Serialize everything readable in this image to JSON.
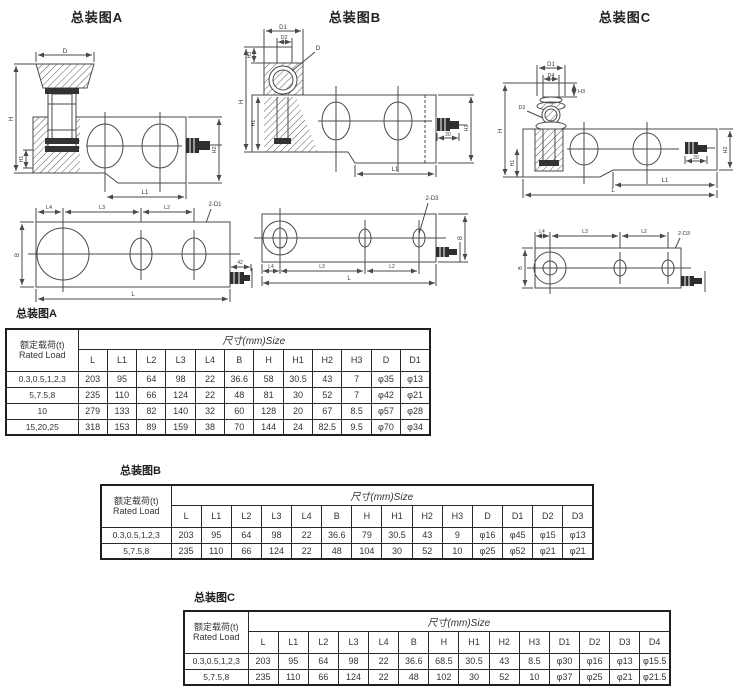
{
  "drawings": {
    "a": {
      "title": "总装图A"
    },
    "b": {
      "title": "总装图B"
    },
    "c": {
      "title": "总装图C"
    }
  },
  "dims": {
    "D": "D",
    "D1": "D1",
    "D2": "D2",
    "D4": "D4",
    "H": "H",
    "H1": "H1",
    "H2": "H2",
    "H3": "H3",
    "L": "L",
    "L1": "L1",
    "L2": "L2",
    "L3": "L3",
    "L4": "L4",
    "B": "B",
    "two_D1": "2-D1",
    "two_D3": "2-D3",
    "len42": "42",
    "len20": "20"
  },
  "tables": {
    "a": {
      "section_label": "总装图A",
      "load_header_cn": "额定载荷(t)",
      "load_header_en": "Rated Load",
      "size_header": "尺寸(mm)Size",
      "columns": [
        "L",
        "L1",
        "L2",
        "L3",
        "L4",
        "B",
        "H",
        "H1",
        "H2",
        "H3",
        "D",
        "D1"
      ],
      "rows": [
        {
          "load": "0.3,0.5,1,2,3",
          "values": [
            "203",
            "95",
            "64",
            "98",
            "22",
            "36.6",
            "58",
            "30.5",
            "43",
            "7",
            "φ35",
            "φ13"
          ]
        },
        {
          "load": "5,7.5,8",
          "values": [
            "235",
            "110",
            "66",
            "124",
            "22",
            "48",
            "81",
            "30",
            "52",
            "7",
            "φ42",
            "φ21"
          ]
        },
        {
          "load": "10",
          "values": [
            "279",
            "133",
            "82",
            "140",
            "32",
            "60",
            "128",
            "20",
            "67",
            "8.5",
            "φ57",
            "φ28"
          ]
        },
        {
          "load": "15,20,25",
          "values": [
            "318",
            "153",
            "89",
            "159",
            "38",
            "70",
            "144",
            "24",
            "82.5",
            "9.5",
            "φ70",
            "φ34"
          ]
        }
      ]
    },
    "b": {
      "section_label": "总装图B",
      "load_header_cn": "额定载荷(t)",
      "load_header_en": "Rated Load",
      "size_header": "尺寸(mm)Size",
      "columns": [
        "L",
        "L1",
        "L2",
        "L3",
        "L4",
        "B",
        "H",
        "H1",
        "H2",
        "H3",
        "D",
        "D1",
        "D2",
        "D3"
      ],
      "rows": [
        {
          "load": "0.3,0.5,1,2,3",
          "values": [
            "203",
            "95",
            "64",
            "98",
            "22",
            "36.6",
            "79",
            "30.5",
            "43",
            "9",
            "φ16",
            "φ45",
            "φ15",
            "φ13"
          ]
        },
        {
          "load": "5,7.5,8",
          "values": [
            "235",
            "110",
            "66",
            "124",
            "22",
            "48",
            "104",
            "30",
            "52",
            "10",
            "φ25",
            "φ52",
            "φ21",
            "φ21"
          ]
        }
      ]
    },
    "c": {
      "section_label": "总装图C",
      "load_header_cn": "额定载荷(t)",
      "load_header_en": "Rated Load",
      "size_header": "尺寸(mm)Size",
      "columns": [
        "L",
        "L1",
        "L2",
        "L3",
        "L4",
        "B",
        "H",
        "H1",
        "H2",
        "H3",
        "D1",
        "D2",
        "D3",
        "D4"
      ],
      "rows": [
        {
          "load": "0.3,0.5,1,2,3",
          "values": [
            "203",
            "95",
            "64",
            "98",
            "22",
            "36.6",
            "68.5",
            "30.5",
            "43",
            "8.5",
            "φ30",
            "φ16",
            "φ13",
            "φ15.5"
          ]
        },
        {
          "load": "5,7.5,8",
          "values": [
            "235",
            "110",
            "66",
            "124",
            "22",
            "48",
            "102",
            "30",
            "52",
            "10",
            "φ37",
            "φ25",
            "φ21",
            "φ21.5"
          ]
        }
      ]
    }
  }
}
